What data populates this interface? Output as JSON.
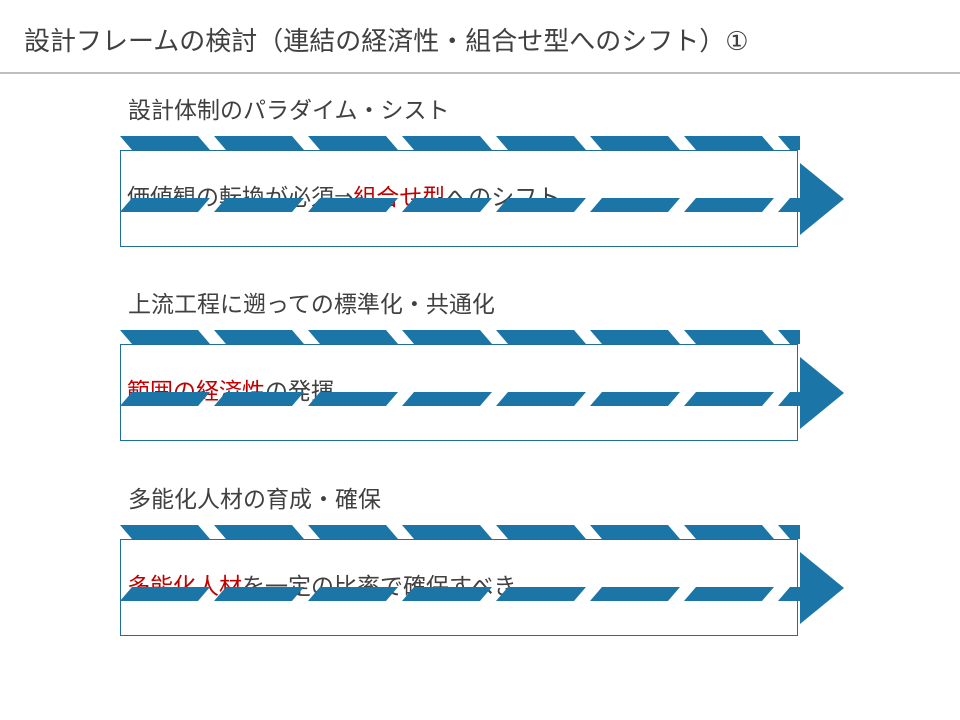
{
  "page": {
    "title": "設計フレームの検討（連結の経済性・組合せ型へのシフト）①"
  },
  "colors": {
    "accent": "#1b75a6",
    "emphasis": "#c00000",
    "text": "#404040",
    "rule": "#bfbfbf"
  },
  "sections": [
    {
      "heading": "設計体制のパラダイム・シスト",
      "body_before": "価値観の転換が必須⇒",
      "body_emphasis": "組合せ型",
      "body_after": "へのシフト"
    },
    {
      "heading": "上流工程に遡っての標準化・共通化",
      "body_before": "",
      "body_emphasis": "範囲の経済性",
      "body_after": "の発揮"
    },
    {
      "heading": "多能化人材の育成・確保",
      "body_before": "",
      "body_emphasis": "多能化人材",
      "body_after": "を一定の比率で確保すべき"
    }
  ]
}
